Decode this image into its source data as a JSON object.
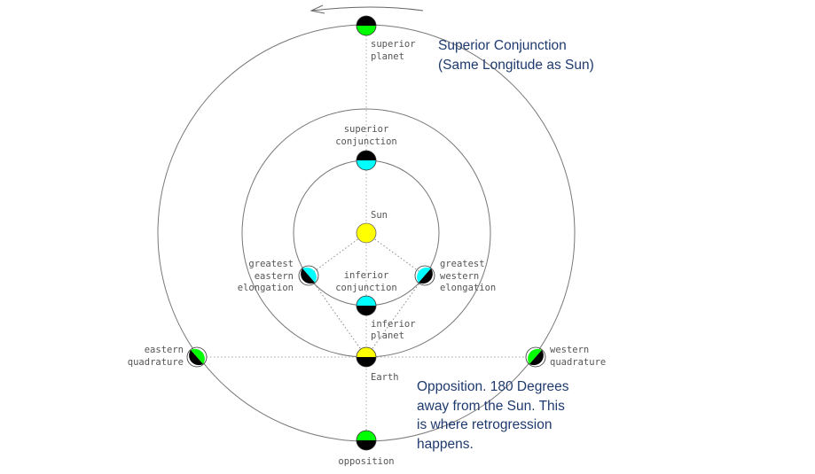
{
  "diagram": {
    "title": "Planetary configurations",
    "colors": {
      "sun": "#ffff00",
      "inferior_planet": "#00ffff",
      "superior_planet": "#00ff00",
      "earth": "#ffff00",
      "shadow": "#000000",
      "orbit": "#777777",
      "guide": "#999999",
      "label": "#555555",
      "annotation": "#1f3a6e"
    },
    "labels": {
      "superior_planet": [
        "superior",
        "planet"
      ],
      "superior_conjunction": [
        "superior",
        "conjunction"
      ],
      "sun": "Sun",
      "greatest_eastern_elongation": [
        "greatest",
        "eastern",
        "elongation"
      ],
      "greatest_western_elongation": [
        "greatest",
        "western",
        "elongation"
      ],
      "inferior_conjunction": [
        "inferior",
        "conjunction"
      ],
      "inferior_planet": [
        "inferior",
        "planet"
      ],
      "eastern_quadrature": [
        "eastern",
        "quadrature"
      ],
      "western_quadrature": [
        "western",
        "quadrature"
      ],
      "earth": "Earth",
      "opposition": "opposition"
    },
    "annotations": {
      "superior_conjunction_note": "Superior Conjunction (Same Longitude as Sun)",
      "opposition_note": "Opposition. 180 Degrees away from the Sun. This is where retrogression happens."
    },
    "orbit_direction": "counterclockwise"
  }
}
